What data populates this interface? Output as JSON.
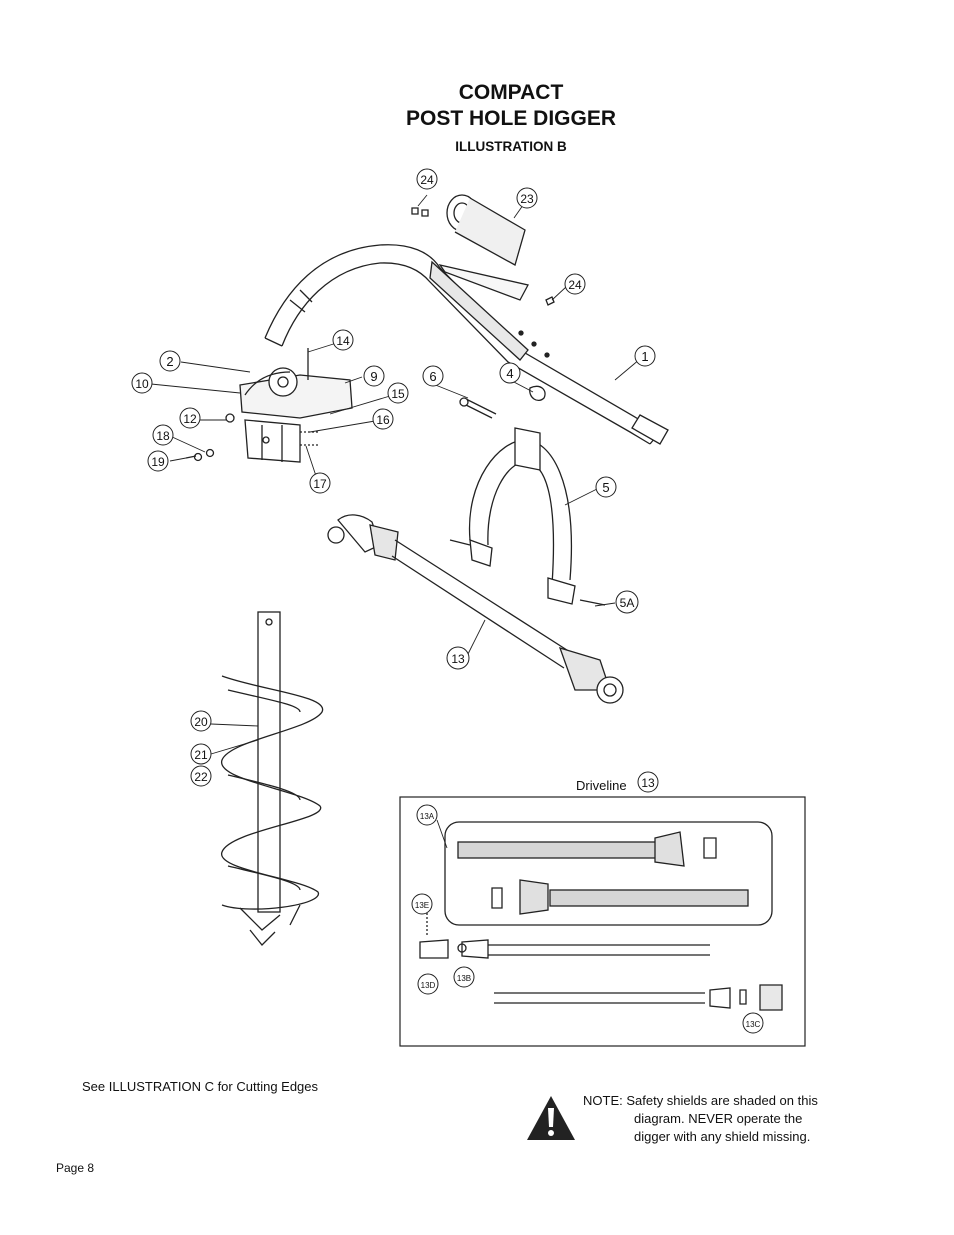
{
  "header": {
    "title_line1": "COMPACT",
    "title_line2": "POST HOLE DIGGER",
    "subtitle": "ILLUSTRATION B"
  },
  "callouts": {
    "c1": "1",
    "c2": "2",
    "c4": "4",
    "c5": "5",
    "c5a": "5A",
    "c6": "6",
    "c9": "9",
    "c10": "10",
    "c12": "12",
    "c13": "13",
    "c14": "14",
    "c15": "15",
    "c16": "16",
    "c17": "17",
    "c18": "18",
    "c19": "19",
    "c20": "20",
    "c21": "21",
    "c22": "22",
    "c23": "23",
    "c24a": "24",
    "c24b": "24"
  },
  "driveline": {
    "title": "Driveline",
    "title_callout": "13",
    "parts": {
      "p13a": "13A",
      "p13b": "13B",
      "p13c": "13C",
      "p13d": "13D",
      "p13e": "13E"
    }
  },
  "footer": {
    "see_note": "See ILLUSTRATION C for Cutting Edges",
    "note_line1": "NOTE:  Safety shields are shaded on this",
    "note_line2": "diagram. NEVER operate the",
    "note_line3": "digger with any shield missing.",
    "page": "Page 8"
  },
  "icons": {
    "warning": "warning-triangle-icon"
  }
}
